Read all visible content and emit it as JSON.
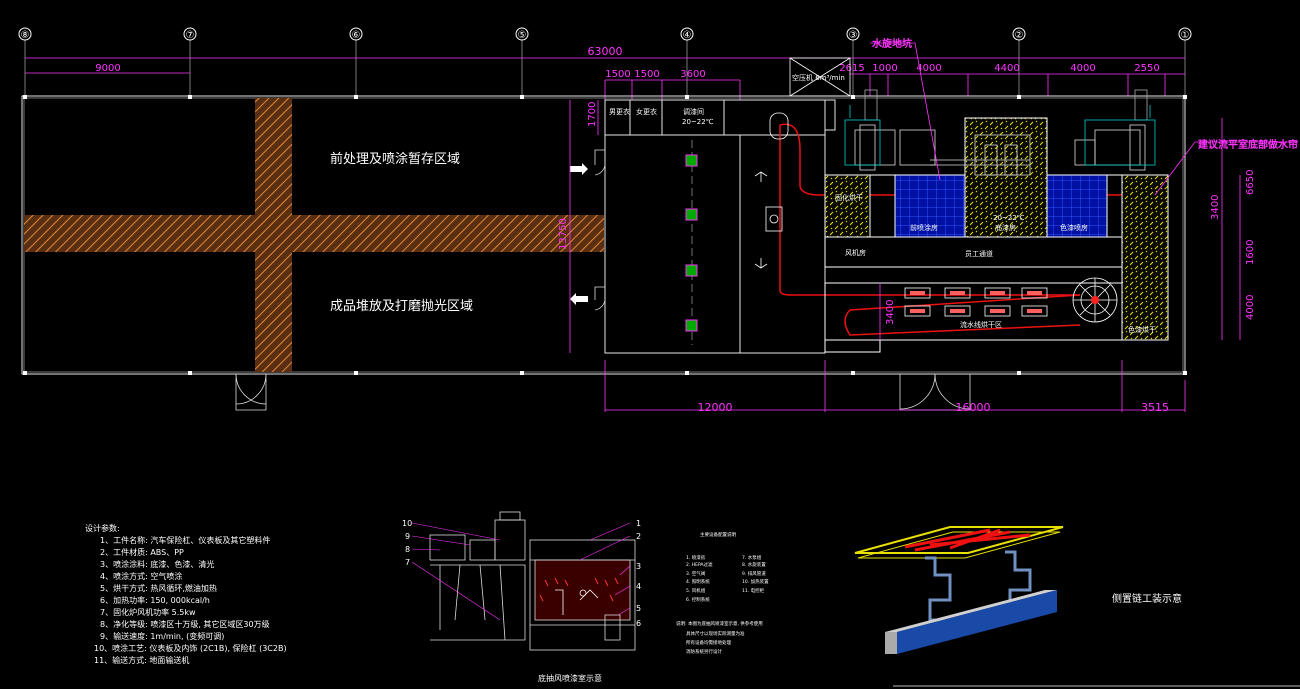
{
  "axes": [
    "⑧",
    "⑦",
    "⑥",
    "⑤",
    "④",
    "③",
    "②",
    "①"
  ],
  "dims": {
    "total": "63000",
    "left9000": "9000",
    "d1500a": "1500",
    "d1500b": "1500",
    "d3600": "3600",
    "d2615": "2615",
    "d1000": "1000",
    "d4000a": "4000",
    "d4400": "4400",
    "d4000b": "4000",
    "d2550": "2550",
    "d1700": "1700",
    "d13750": "13750",
    "d6650": "6650",
    "d3400a": "3400",
    "d1600": "1600",
    "d4000c": "4000",
    "d3400b": "3400",
    "b12000": "12000",
    "b16000": "16000",
    "b3515": "3515"
  },
  "labels": {
    "zone_top": "前处理及喷涂暂存区域",
    "zone_bottom": "成品堆放及打磨抛光区域",
    "water_curtain": "水旋地坑",
    "recommend": "建议流平室底部做水帘",
    "air_unit": "空压机 6m³/min",
    "room1": "男更衣",
    "room2": "女更衣",
    "room3": "调漆间",
    "temp1": "20~22℃",
    "temp2": "20~22℃",
    "booth1": "前喷涂房",
    "booth2": "底漆房",
    "booth3": "色漆喷房",
    "cure": "固化烘干",
    "fan_room": "风机房",
    "aisle": "员工通道",
    "oven": "流水线烘干区",
    "exit": "色漆烘干"
  },
  "params": {
    "title": "设计参数:",
    "items": [
      "1、工件名称: 汽车保险杠、仪表板及其它塑料件",
      "2、工件材质: ABS、PP",
      "3、喷涂涂料: 底漆、色漆、清光",
      "4、喷涂方式: 空气喷涂",
      "5、烘干方式: 热风循环,燃油加热",
      "6、加热功率: 150, 000kcal/h",
      "7、固化炉风机功率 5.5kw",
      "8、净化等级: 喷漆区十万级, 其它区域区30万级",
      "9、输送速度: 1m/min, (变频可调)",
      "10、喷涂工艺: 仪表板及内饰 (2C1B), 保险杠 (3C2B)",
      "11、输送方式: 地面输送机"
    ]
  },
  "section": {
    "caption": "底抽风喷漆室示意",
    "nums_left": [
      "10",
      "9",
      "8",
      "7"
    ],
    "nums_right": [
      "1",
      "2",
      "3",
      "4",
      "5",
      "6"
    ]
  },
  "legend": {
    "title": "主要设备配置说明",
    "col1": [
      "1. 喷漆房",
      "2. HEPA过滤",
      "3. 空气阀",
      "4. 照明系统",
      "5. 风机组",
      "6. 控制系统"
    ],
    "col2": [
      "7. 水泵组",
      "8. 水旋装置",
      "9. 排风管道",
      "10. 加热装置",
      "11. 电控柜"
    ],
    "notes": [
      "说明: 本图为底抽风喷漆室示意, 供参考使用",
      "具体尺寸以现场实际测量为准",
      "所有设备均需接地处理",
      "消防系统另行设计"
    ]
  },
  "conveyor_caption": "侧置链工装示意"
}
